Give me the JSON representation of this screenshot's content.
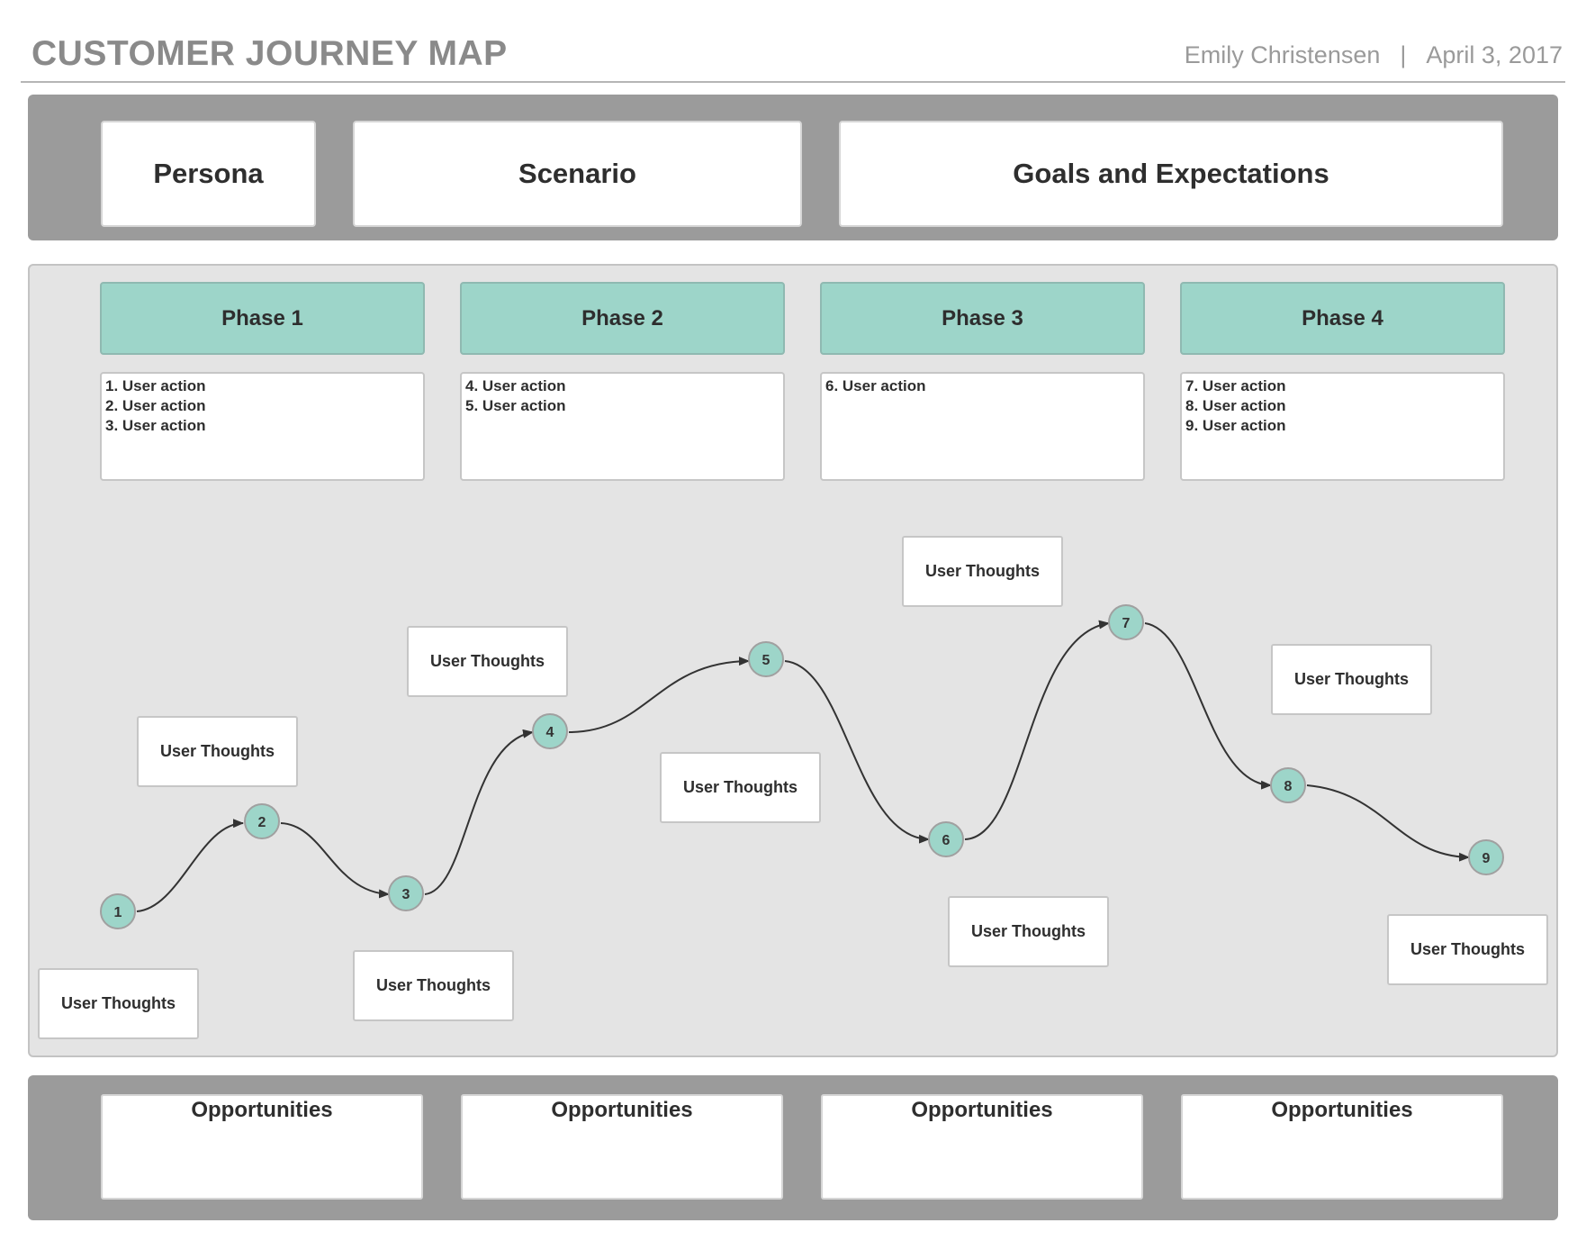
{
  "header": {
    "title": "CUSTOMER JOURNEY MAP",
    "author": "Emily Christensen",
    "separator": "|",
    "date": "April 3, 2017"
  },
  "top_cards": {
    "persona": "Persona",
    "scenario": "Scenario",
    "goals": "Goals and Expectations"
  },
  "phases": [
    {
      "label": "Phase 1",
      "actions": [
        "1. User action",
        "2. User action",
        "3. User action"
      ]
    },
    {
      "label": "Phase 2",
      "actions": [
        "4. User action",
        "5. User action"
      ]
    },
    {
      "label": "Phase 3",
      "actions": [
        "6. User action"
      ]
    },
    {
      "label": "Phase 4",
      "actions": [
        "7. User action",
        "8. User action",
        "9. User action"
      ]
    }
  ],
  "journey": {
    "steps": [
      "1",
      "2",
      "3",
      "4",
      "5",
      "6",
      "7",
      "8",
      "9"
    ],
    "line_color": "#333333",
    "node_color": "#9dd5c9"
  },
  "thoughts": [
    "User Thoughts",
    "User Thoughts",
    "User Thoughts",
    "User Thoughts",
    "User Thoughts",
    "User Thoughts",
    "User Thoughts",
    "User Thoughts",
    "User Thoughts"
  ],
  "opportunities": [
    "Opportunities",
    "Opportunities",
    "Opportunities",
    "Opportunities"
  ]
}
